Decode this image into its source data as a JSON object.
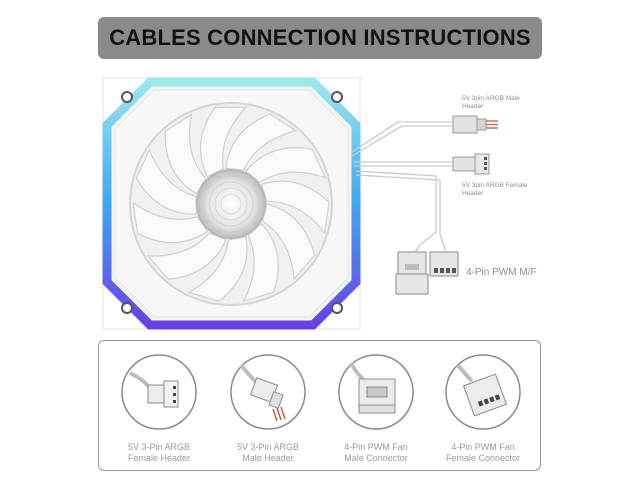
{
  "header": {
    "title": "CABLES CONNECTION INSTRUCTIONS"
  },
  "fan": {
    "labels": {
      "male_header": [
        "5V 3pin ARGB Male",
        "Header"
      ],
      "female_header": [
        "5V 3pin ARGB Female",
        "Header"
      ],
      "pwm": "4-Pin PWM M/F"
    },
    "colors": {
      "ring_top": "#9be7ec",
      "ring_mid": "#3fa7f0",
      "ring_bottom": "#6b3fe8"
    }
  },
  "connectors": [
    {
      "icon": "argb-female-header-icon",
      "line1": "5V 3-Pin ARGB",
      "line2": "Female Header"
    },
    {
      "icon": "argb-male-header-icon",
      "line1": "5V 3-Pin ARGB",
      "line2": "Male Header"
    },
    {
      "icon": "pwm-male-connector-icon",
      "line1": "4-Pin PWM Fan",
      "line2": "Male Connector"
    },
    {
      "icon": "pwm-female-connector-icon",
      "line1": "4-Pin PWM Fan",
      "line2": "Female Connector"
    }
  ]
}
